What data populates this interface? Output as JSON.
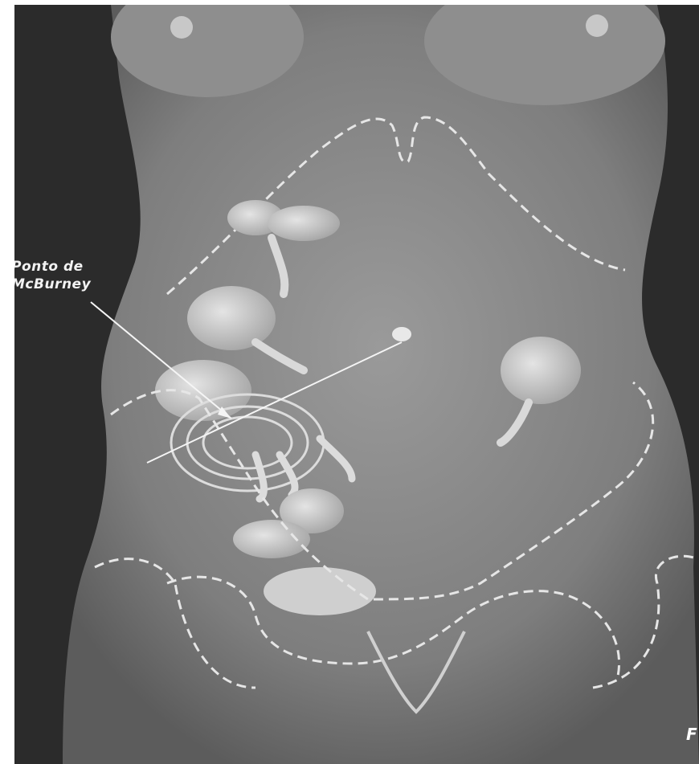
{
  "image": {
    "subject": "torso-illustration",
    "colors": {
      "background": "#2b2b2b",
      "body": "#8a8a8a",
      "highlight": "#d9d9d9",
      "dashed_outline": "#e6e6e6"
    }
  },
  "annotation": {
    "line1": "Ponto de",
    "line2": "McBurney"
  },
  "corner_mark": "F"
}
